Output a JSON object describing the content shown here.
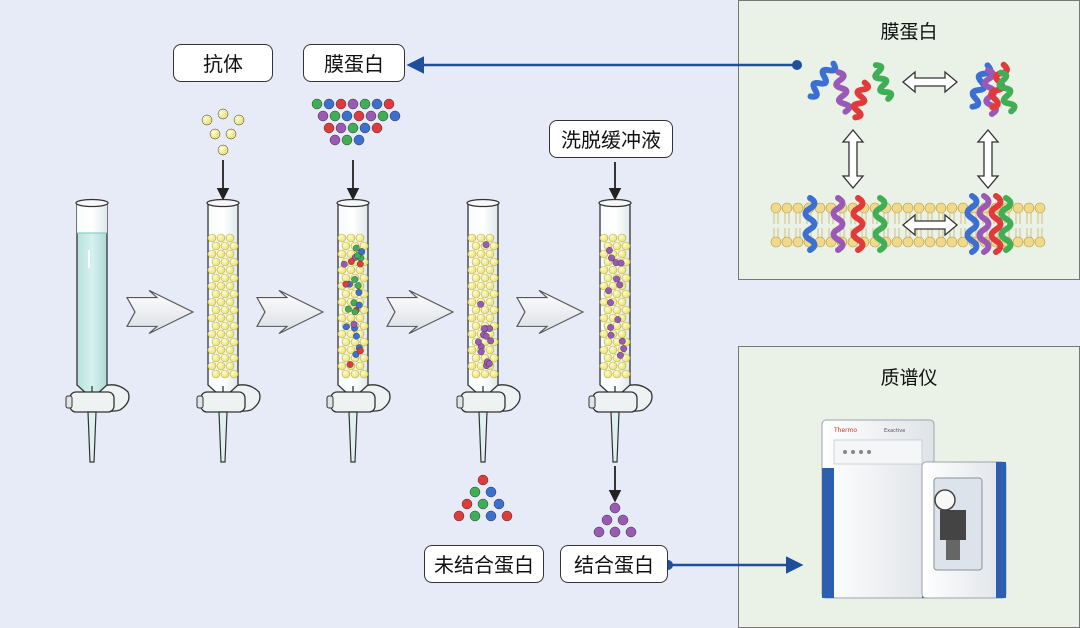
{
  "labels": {
    "antibody": "抗体",
    "membrane_protein": "膜蛋白",
    "elution_buffer": "洗脱缓冲液",
    "unbound_protein": "未结合蛋白",
    "bound_protein": "结合蛋白"
  },
  "panels": {
    "membrane_panel_title": "膜蛋白",
    "ms_panel_title": "质谱仪"
  },
  "instrument": {
    "brand_text": "Thermo",
    "model_text": "Exactive"
  },
  "colors": {
    "background": "#e6ebf7",
    "panel_bg": "#eaf1e6",
    "bead_yellow": "#f2ec90",
    "protein_purple": "#9b59b6",
    "protein_red": "#e03a3a",
    "protein_blue": "#3b6fd1",
    "protein_green": "#3fae55",
    "connector_blue": "#1f4e9a",
    "column_liquid": "#c9ece8"
  }
}
